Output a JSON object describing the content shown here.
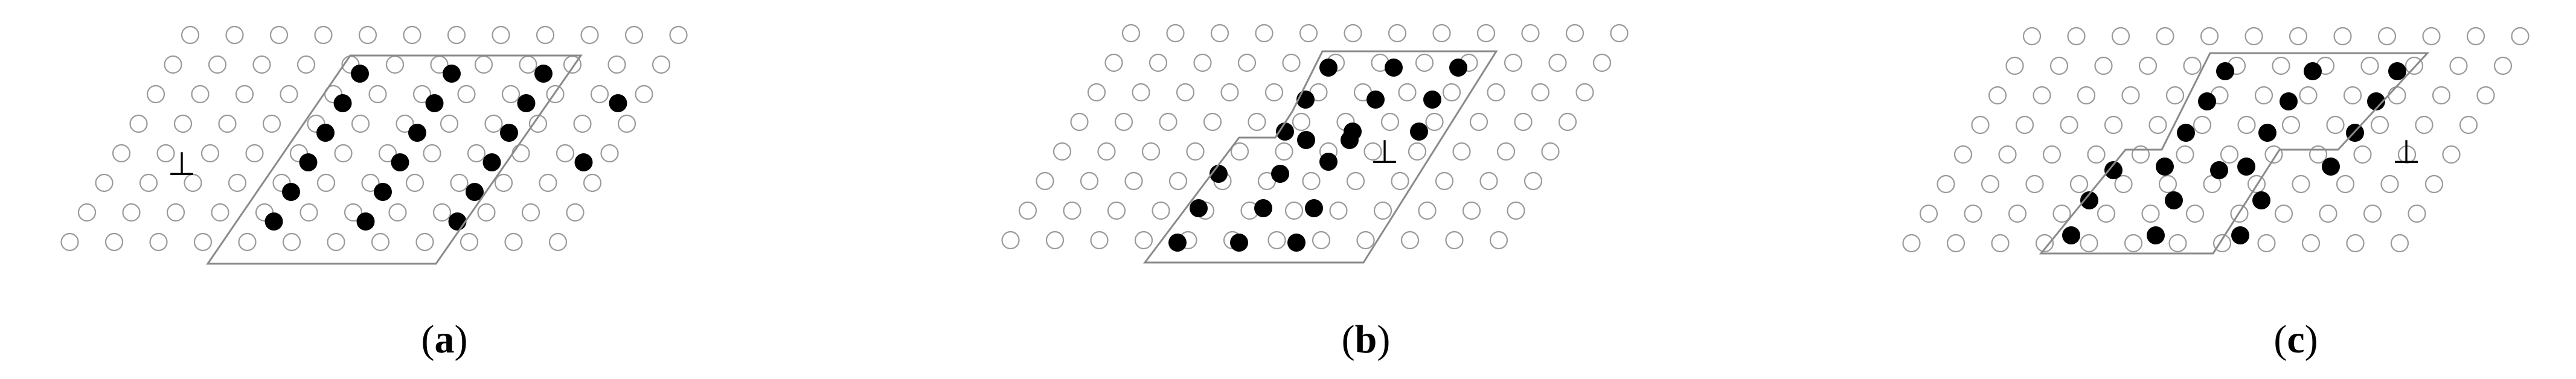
{
  "figure": {
    "panels": [
      {
        "id": "a",
        "label_open": "(",
        "label_letter": "a",
        "label_close": ")",
        "dislocation_symbol": "⊥"
      },
      {
        "id": "b",
        "label_open": "(",
        "label_letter": "b",
        "label_close": ")",
        "dislocation_symbol": "⊥"
      },
      {
        "id": "c",
        "label_open": "(",
        "label_letter": "c",
        "label_close": ")",
        "dislocation_symbol": "⊥"
      }
    ],
    "colors": {
      "open_atom_stroke": "#9a9a9a",
      "filled_atom": "#000000",
      "outline": "#8a8a8a"
    }
  }
}
